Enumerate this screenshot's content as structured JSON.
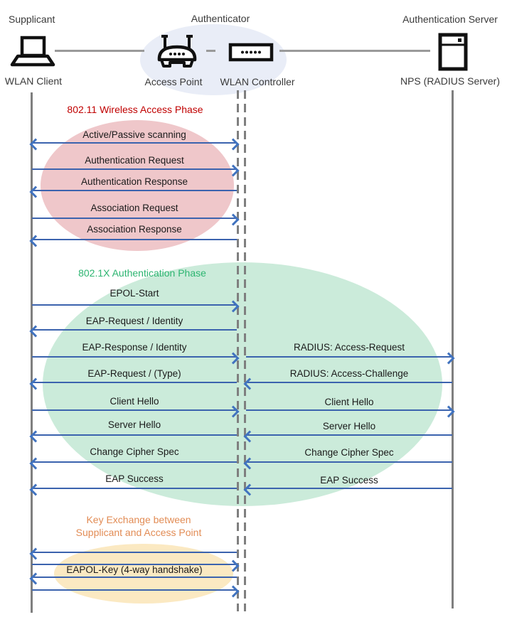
{
  "diagram": {
    "type": "sequence-diagram",
    "topic": "WLAN 802.1X authentication message flow"
  },
  "actors": {
    "roles": [
      {
        "label": "Supplicant"
      },
      {
        "label": "Authenticator"
      },
      {
        "label": "Authentication Server"
      }
    ],
    "devices": [
      {
        "label": "WLAN Client",
        "icon": "laptop-icon"
      },
      {
        "label": "Access Point",
        "icon": "wireless-router-icon"
      },
      {
        "label": "WLAN Controller",
        "icon": "controller-box-icon"
      },
      {
        "label": "NPS (RADIUS Server)",
        "icon": "server-tower-icon"
      }
    ]
  },
  "colors": {
    "arrow": "#3b63ae",
    "arrowhead": "#4173bf",
    "lifeline": "#7f7f7f",
    "connector": "#9a9a9a",
    "phase1_fill": "#efc7ca",
    "phase2_fill": "#cbebda",
    "phase3_fill": "#fbe9c2",
    "authenticator_fill": "#e9edf7",
    "phase1_title": "#c00000",
    "phase2_title": "#2db571",
    "phase3_title": "#e28c55"
  },
  "phases": [
    {
      "name": "802.11 Wireless Access Phase",
      "messages": [
        {
          "label": "Active/Passive scanning",
          "lane": "client-controller",
          "direction": "both"
        },
        {
          "label": "Authentication Request",
          "lane": "client-controller",
          "direction": "right"
        },
        {
          "label": "Authentication Response",
          "lane": "client-controller",
          "direction": "left"
        },
        {
          "label": "Association Request",
          "lane": "client-controller",
          "direction": "right"
        },
        {
          "label": "Association Response",
          "lane": "client-controller",
          "direction": "left"
        }
      ]
    },
    {
      "name": "802.1X Authentication Phase",
      "messages": [
        {
          "label": "EPOL-Start",
          "lane": "client-controller",
          "direction": "right"
        },
        {
          "label": "EAP-Request / Identity",
          "lane": "client-controller",
          "direction": "left"
        },
        {
          "label": "EAP-Response / Identity",
          "lane": "client-controller",
          "direction": "right"
        },
        {
          "label": "RADIUS: Access-Request",
          "lane": "controller-server",
          "direction": "right"
        },
        {
          "label": "EAP-Request / (Type)",
          "lane": "client-controller",
          "direction": "left"
        },
        {
          "label": "RADIUS: Access-Challenge",
          "lane": "controller-server",
          "direction": "left"
        },
        {
          "label": "Client Hello",
          "lane": "client-controller",
          "direction": "right"
        },
        {
          "label": "Client Hello",
          "lane": "controller-server",
          "direction": "right"
        },
        {
          "label": "Server Hello",
          "lane": "client-controller",
          "direction": "left"
        },
        {
          "label": "Server Hello",
          "lane": "controller-server",
          "direction": "left"
        },
        {
          "label": "Change Cipher Spec",
          "lane": "client-controller",
          "direction": "left"
        },
        {
          "label": "Change Cipher Spec",
          "lane": "controller-server",
          "direction": "left"
        },
        {
          "label": "EAP Success",
          "lane": "client-controller",
          "direction": "left"
        },
        {
          "label": "EAP Success",
          "lane": "controller-server",
          "direction": "left"
        }
      ]
    },
    {
      "name_line1": "Key Exchange between",
      "name_line2": "Supplicant and Access Point",
      "messages": [
        {
          "label": "",
          "lane": "client-controller",
          "direction": "left"
        },
        {
          "label": "",
          "lane": "client-controller",
          "direction": "right"
        },
        {
          "label": "EAPOL-Key (4-way handshake)",
          "lane": "client-controller",
          "direction": "left"
        },
        {
          "label": "",
          "lane": "client-controller",
          "direction": "right"
        }
      ]
    }
  ]
}
